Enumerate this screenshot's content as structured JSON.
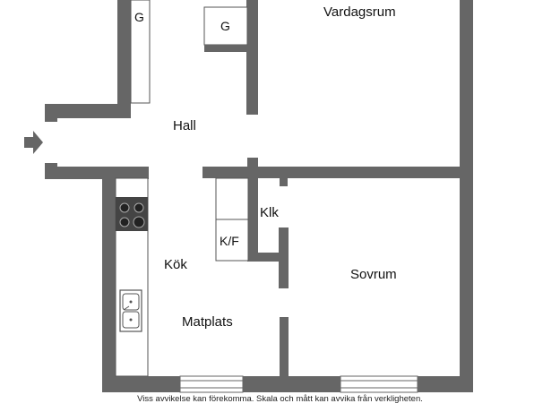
{
  "rooms": {
    "vardagsrum": "Vardagsrum",
    "hall": "Hall",
    "klk": "Klk",
    "kok": "Kök",
    "sovrum": "Sovrum",
    "matplats": "Matplats"
  },
  "fixtures": {
    "closet_left": "G",
    "closet_right": "G",
    "fridge_freezer": "K/F"
  },
  "footnote": "Viss avvikelse kan förekomma. Skala och mått kan avvika från verkligheten.",
  "colors": {
    "wall": "#666666",
    "background": "#ffffff",
    "text": "#111111"
  },
  "icons": {
    "entrance": "arrow-right-icon",
    "stove": "stove-icon",
    "sink": "double-sink-icon"
  }
}
